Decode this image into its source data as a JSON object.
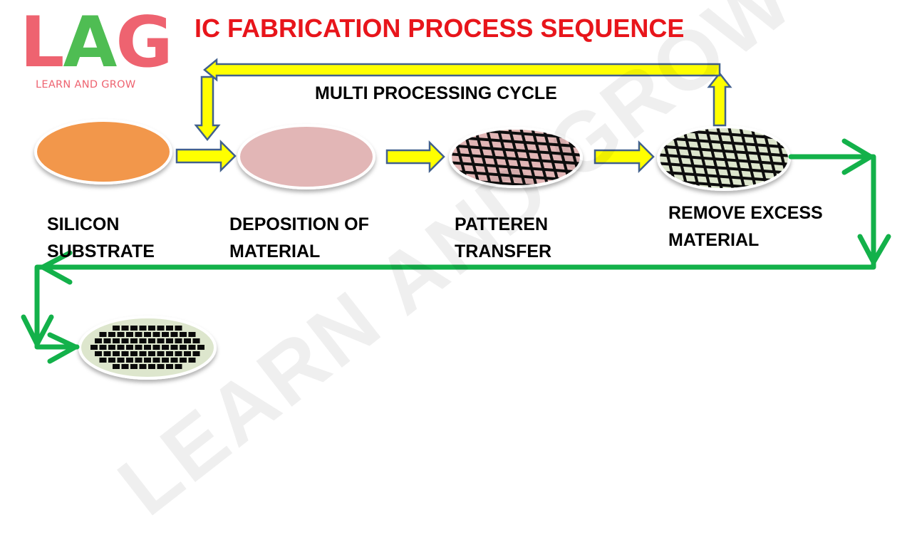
{
  "logo": {
    "letters": [
      "L",
      "A",
      "G"
    ],
    "tagline": "LEARN AND GROW"
  },
  "title": "IC FABRICATION PROCESS SEQUENCE",
  "cycle_label": "MULTI PROCESSING CYCLE",
  "steps": [
    {
      "label_lines": [
        "SILICON",
        "SUBSTRATE"
      ],
      "visual": "orange-wafer"
    },
    {
      "label_lines": [
        "DEPOSITION OF",
        "MATERIAL"
      ],
      "visual": "pink-coated-wafer"
    },
    {
      "label_lines": [
        "PATTEREN",
        "TRANSFER"
      ],
      "visual": "grid-patterned-wafer"
    },
    {
      "label_lines": [
        "REMOVE EXCESS",
        "MATERIAL"
      ],
      "visual": "etched-grid-wafer"
    }
  ],
  "final_wafer": {
    "visual": "chip-array-wafer"
  },
  "watermark": "LEARN AND GROW",
  "colors": {
    "title": "#e8151b",
    "logo_red": "#ee6370",
    "logo_green": "#4fbd53",
    "arrow_fill": "#ffff00",
    "arrow_stroke": "#41608d",
    "flow_green": "#13b14a",
    "wafer_orange": "#f2974b",
    "wafer_pink": "#e2b6b6",
    "wafer_pale": "#dde6cd"
  }
}
